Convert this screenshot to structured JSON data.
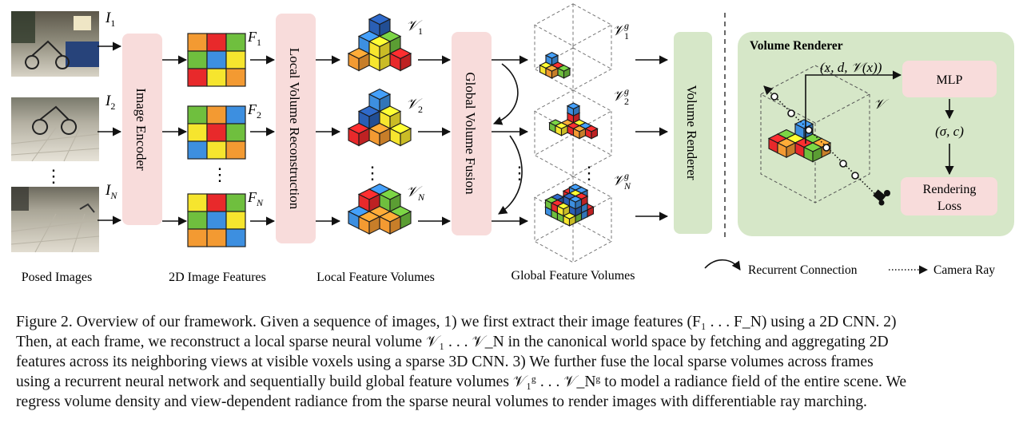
{
  "figure": {
    "images": {
      "labels": [
        "I",
        "I",
        "I"
      ],
      "subscripts": [
        "1",
        "2",
        "N"
      ],
      "ellipsis": "⋮",
      "caption": "Posed Images"
    },
    "encoder_label": "Image Encoder",
    "features": {
      "labels": [
        "F",
        "F",
        "F"
      ],
      "subscripts": [
        "1",
        "2",
        "N"
      ],
      "ellipsis": "⋮",
      "caption": "2D Image Features"
    },
    "local_recon_label": "Local Volume Reconstruction",
    "local_volumes": {
      "labels": [
        "𝒱",
        "𝒱",
        "𝒱"
      ],
      "subscripts": [
        "1",
        "2",
        "N"
      ],
      "ellipsis": "⋮",
      "caption": "Local Feature Volumes"
    },
    "fusion_label": "Global Volume Fusion",
    "global_volumes": {
      "labels": [
        "𝒱",
        "𝒱",
        "𝒱"
      ],
      "superscripts": [
        "g",
        "g",
        "g"
      ],
      "subscripts": [
        "1",
        "2",
        "N"
      ],
      "ellipsis": "⋮",
      "caption": "Global Feature Volumes"
    },
    "renderer_label": "Volume Renderer",
    "renderer_panel": {
      "title": "Volume Renderer",
      "input_label": "(x, d, 𝒱(x))",
      "mlp_label": "MLP",
      "output_label": "(σ, c)",
      "loss_label_1": "Rendering",
      "loss_label_2": "Loss",
      "volume_label": "𝒱"
    },
    "legend": {
      "recurrent": "Recurrent Connection",
      "ray": "Camera Ray"
    },
    "colors": {
      "pink_box": "#f8dcdb",
      "green_box": "#d6e7c8",
      "red": "#e8292b",
      "green": "#6fbf3e",
      "blue": "#3d8fe0",
      "yellow": "#f6e52e",
      "orange": "#f39a32",
      "dark_blue": "#2a5fb5"
    }
  },
  "caption_lines": [
    "Figure 2. Overview of our framework. Given a sequence of images, 1) we first extract their image features (F₁ . . . F_N) using a 2D CNN. 2)",
    "Then, at each frame, we reconstruct a local sparse neural volume 𝒱₁ . . . 𝒱_N in the canonical world space by fetching and aggregating 2D",
    "features across its neighboring views at visible voxels using a sparse 3D CNN. 3) We further fuse the local sparse volumes across frames",
    "using a recurrent neural network and sequentially build global feature volumes 𝒱₁ᵍ . . . 𝒱_Nᵍ to model a radiance field of the entire scene. We",
    "regress volume density and view-dependent radiance from the sparse neural volumes to render images with differentiable ray marching."
  ]
}
